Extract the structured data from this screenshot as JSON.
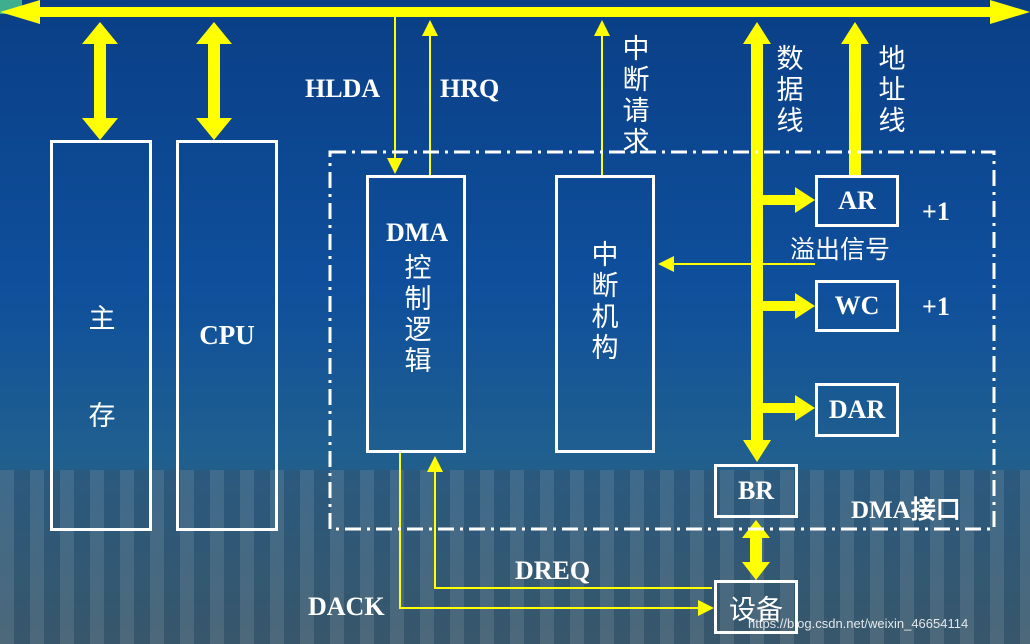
{
  "blocks": {
    "main_memory": "主存",
    "cpu": "CPU",
    "dma_logic_title": "DMA",
    "dma_logic_chars": "控制逻辑",
    "interrupt_mechanism": "中断机构",
    "ar": "AR",
    "wc": "WC",
    "dar": "DAR",
    "br": "BR",
    "device": "设备"
  },
  "signals": {
    "hlda": "HLDA",
    "hrq": "HRQ",
    "interrupt_request": "中断请求",
    "data_line": "数据线",
    "address_line": "地址线",
    "plus_one_ar": "+1",
    "plus_one_wc": "+1",
    "overflow_signal": "溢出信号",
    "dma_interface": "DMA接口",
    "dreq": "DREQ",
    "dack": "DACK"
  },
  "watermark": "https://blog.csdn.net/weixin_46654114",
  "colors": {
    "bus_yellow": "#ffff00",
    "box_border": "#ffffff",
    "background": "#0f4f9c"
  }
}
